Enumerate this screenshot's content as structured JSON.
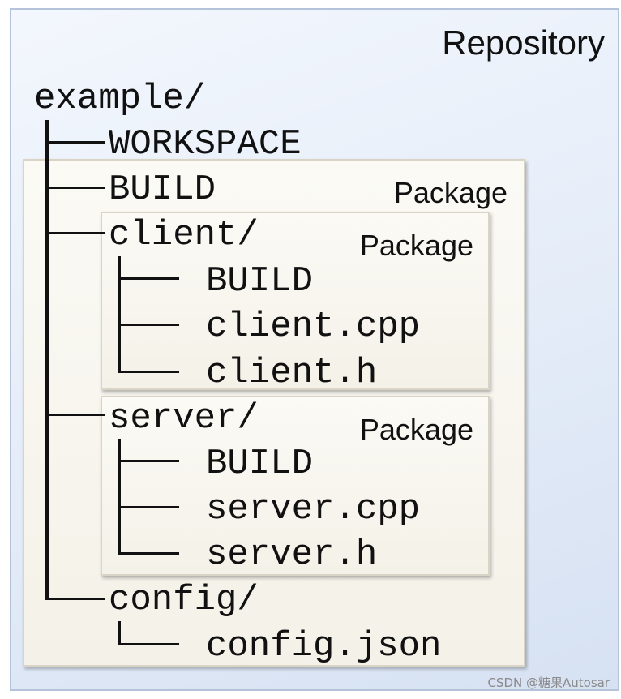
{
  "repository": {
    "label": "Repository",
    "root_dir": "example/",
    "workspace_file": "WORKSPACE"
  },
  "root_package": {
    "label": "Package",
    "build_file": "BUILD",
    "config_dir": "config/",
    "config_file": "config.json"
  },
  "client_package": {
    "label": "Package",
    "dir": "client/",
    "files": [
      "BUILD",
      "client.cpp",
      "client.h"
    ]
  },
  "server_package": {
    "label": "Package",
    "dir": "server/",
    "files": [
      "BUILD",
      "server.cpp",
      "server.h"
    ]
  },
  "watermark": "CSDN @糖果Autosar",
  "colors": {
    "repository_fill": "#e4ecf8",
    "repository_border": "#b4c3da",
    "package_fill": "#f7f5ee",
    "package_border": "#d9d4c6"
  }
}
